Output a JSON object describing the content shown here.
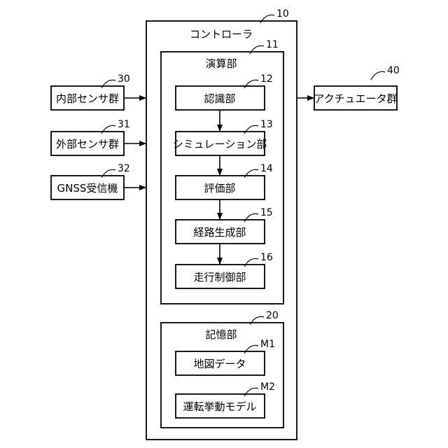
{
  "controller": {
    "label": "コントローラ",
    "ref": "10"
  },
  "calc_unit": {
    "label": "演算部",
    "ref": "11"
  },
  "recognition": {
    "label": "認識部",
    "ref": "12"
  },
  "simulation": {
    "label": "シミュレーション部",
    "ref": "13"
  },
  "evaluation": {
    "label": "評価部",
    "ref": "14"
  },
  "route_gen": {
    "label": "経路生成部",
    "ref": "15"
  },
  "travel_ctrl": {
    "label": "走行制御部",
    "ref": "16"
  },
  "storage": {
    "label": "記憶部",
    "ref": "20"
  },
  "map_data": {
    "label": "地図データ",
    "ref": "M1"
  },
  "driving_model": {
    "label": "運転挙動モデル",
    "ref": "M2"
  },
  "internal_sensors": {
    "label": "内部センサ群",
    "ref": "30"
  },
  "external_sensors": {
    "label": "外部センサ群",
    "ref": "31"
  },
  "gnss": {
    "label": "GNSS受信機",
    "ref": "32"
  },
  "actuators": {
    "label": "アクチュエータ群",
    "ref": "40"
  }
}
